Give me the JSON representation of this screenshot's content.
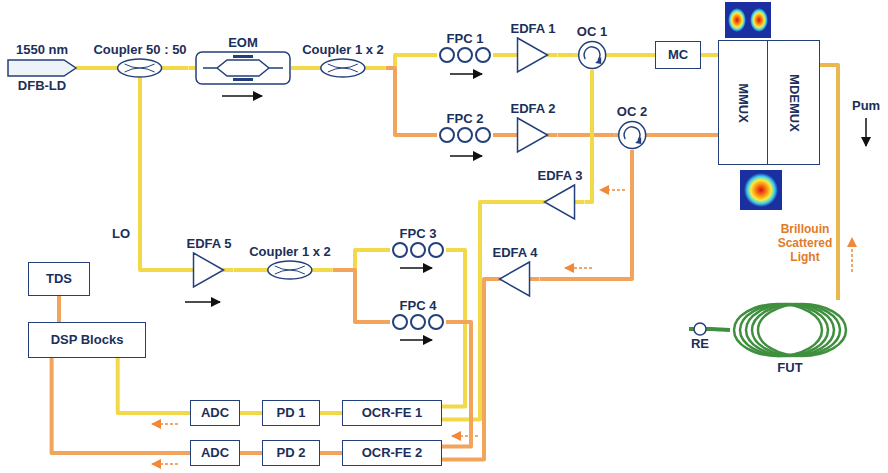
{
  "diagram": {
    "nodes": [
      {
        "text": [
          "1550 nm",
          "DFB-LD"
        ]
      },
      {
        "text": [
          "Coupler 50 : 50"
        ]
      },
      {
        "text": [
          "EOM"
        ]
      },
      {
        "text": [
          "Coupler 1 x 2"
        ]
      },
      {
        "text": [
          "FPC 1"
        ]
      },
      {
        "text": [
          "FPC 2"
        ]
      },
      {
        "text": [
          "EDFA 1"
        ]
      },
      {
        "text": [
          "EDFA 2"
        ]
      },
      {
        "text": [
          "OC 1"
        ]
      },
      {
        "text": [
          "OC 2"
        ]
      },
      {
        "text": [
          "MC"
        ]
      },
      {
        "text": [
          "MMUX"
        ]
      },
      {
        "text": [
          "MDEMUX"
        ]
      },
      {
        "text": [
          "FUT"
        ]
      },
      {
        "text": [
          "RE"
        ]
      },
      {
        "text": [
          "EDFA 3"
        ]
      },
      {
        "text": [
          "EDFA 4"
        ]
      },
      {
        "text": [
          "EDFA 5"
        ]
      },
      {
        "text": [
          "Coupler 1 x 2"
        ]
      },
      {
        "text": [
          "FPC 3"
        ]
      },
      {
        "text": [
          "FPC 4"
        ]
      },
      {
        "text": [
          "TDS"
        ]
      },
      {
        "text": [
          "DSP Blocks"
        ]
      },
      {
        "text": [
          "ADC"
        ]
      },
      {
        "text": [
          "PD 1"
        ]
      },
      {
        "text": [
          "OCR-FE 1"
        ]
      },
      {
        "text": [
          "ADC"
        ]
      },
      {
        "text": [
          "PD 2"
        ]
      },
      {
        "text": [
          "OCR-FE 2"
        ]
      }
    ],
    "edges": [
      {
        "from": 0,
        "to": 1,
        "arrow": "none"
      },
      {
        "from": 1,
        "to": 2,
        "arrow": "none"
      },
      {
        "from": 2,
        "to": 3,
        "arrow": "none"
      },
      {
        "from": 3,
        "to": 4,
        "arrow": "none"
      },
      {
        "from": 3,
        "to": 5,
        "arrow": "none"
      },
      {
        "from": 4,
        "to": 6,
        "arrow": "none"
      },
      {
        "from": 5,
        "to": 7,
        "arrow": "none"
      },
      {
        "from": 6,
        "to": 8,
        "arrow": "none"
      },
      {
        "from": 7,
        "to": 9,
        "arrow": "none"
      },
      {
        "from": 8,
        "to": 10,
        "arrow": "none"
      },
      {
        "from": 10,
        "to": 11,
        "arrow": "none"
      },
      {
        "from": 9,
        "to": 11,
        "arrow": "none"
      },
      {
        "from": 12,
        "to": 13,
        "arrow": "none"
      },
      {
        "from": 13,
        "to": 14,
        "arrow": "none"
      },
      {
        "from": 8,
        "to": 15,
        "arrow": "none"
      },
      {
        "from": 9,
        "to": 16,
        "arrow": "none"
      },
      {
        "from": 15,
        "to": 25,
        "arrow": "none"
      },
      {
        "from": 16,
        "to": 28,
        "arrow": "none"
      },
      {
        "from": 1,
        "to": 17,
        "arrow": "none"
      },
      {
        "from": 17,
        "to": 18,
        "arrow": "none"
      },
      {
        "from": 18,
        "to": 19,
        "arrow": "none"
      },
      {
        "from": 18,
        "to": 20,
        "arrow": "none"
      },
      {
        "from": 19,
        "to": 25,
        "arrow": "none"
      },
      {
        "from": 20,
        "to": 28,
        "arrow": "none"
      },
      {
        "from": 25,
        "to": 24,
        "arrow": "none"
      },
      {
        "from": 24,
        "to": 23,
        "arrow": "none"
      },
      {
        "from": 23,
        "to": 22,
        "arrow": "none"
      },
      {
        "from": 28,
        "to": 27,
        "arrow": "none"
      },
      {
        "from": 27,
        "to": 26,
        "arrow": "none"
      },
      {
        "from": 26,
        "to": 22,
        "arrow": "none"
      },
      {
        "from": 22,
        "to": 21,
        "arrow": "none"
      }
    ],
    "labels": [
      "LO",
      "Pum",
      "Brillouin Scattered Light"
    ]
  }
}
